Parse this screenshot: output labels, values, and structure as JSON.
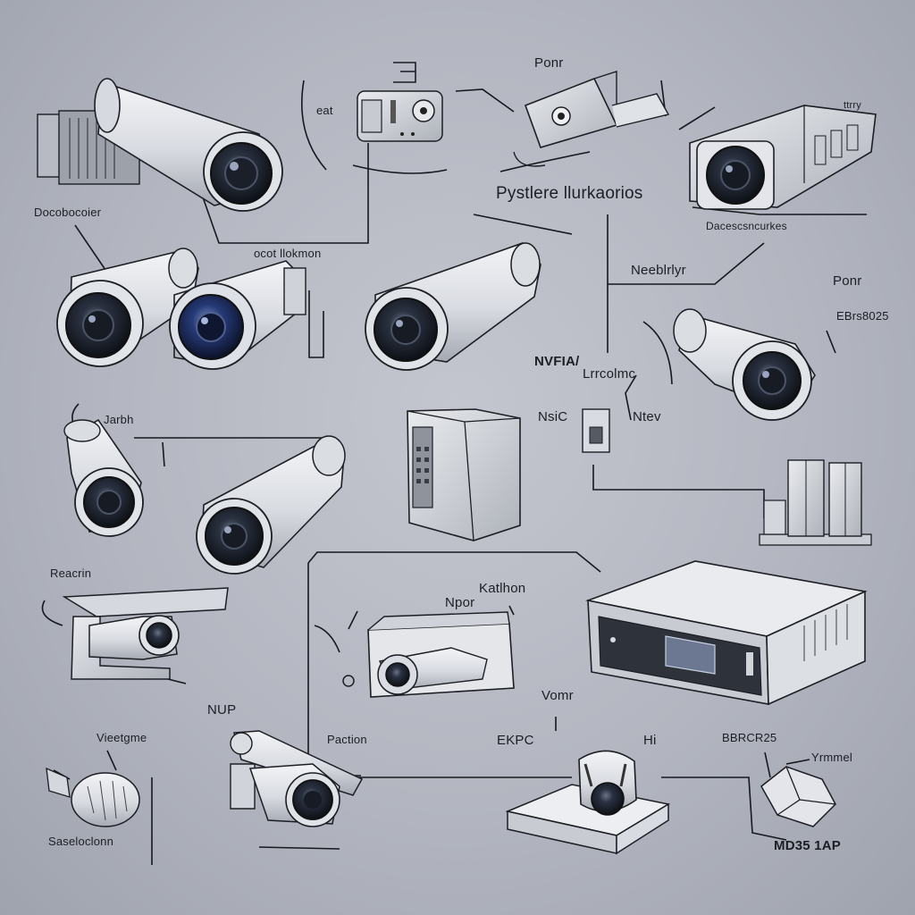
{
  "title": "Pystlere llurkaorios",
  "labels": {
    "top_icon": "E",
    "top_power": "Ponr",
    "top_left_tag": "eat",
    "top_right_tag": "ttrry",
    "left_main": "Docobocoier",
    "center_left": "ocot llokmon",
    "right_top_code": "Dacescsncurkes",
    "center_net": "Neeblrlyr",
    "right_power": "Ponr",
    "right_code": "EBrs8025",
    "nvr_label": "NVFIA/",
    "link_label": "Lrrcolmc",
    "left_small": "Jarbh",
    "nsic": "NsiC",
    "ntev": "Ntev",
    "left_bottom_tag": "Reacrin",
    "katl": "Katlhon",
    "npor": "Npor",
    "vomr": "Vomr",
    "nup": "NUP",
    "viee": "Vieetgme",
    "paction": "Paction",
    "ekrc": "EKPC",
    "hi": "Hi",
    "bbrc": "BBRCR25",
    "yrmmel": "Yrmmel",
    "sase": "Saseloclonn",
    "mdb": "MD35 1AP"
  }
}
